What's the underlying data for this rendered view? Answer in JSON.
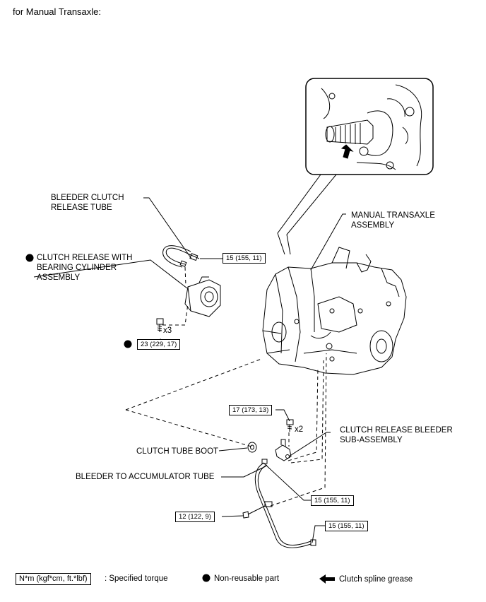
{
  "heading": "for Manual Transaxle:",
  "labels": {
    "bleeder_clutch_release_tube": [
      "BLEEDER CLUTCH",
      "RELEASE TUBE"
    ],
    "clutch_release_cylinder": [
      "CLUTCH RELEASE WITH",
      "BEARING CYLINDER",
      "ASSEMBLY"
    ],
    "manual_transaxle": [
      "MANUAL TRANSAXLE",
      "ASSEMBLY"
    ],
    "clutch_release_bleeder": [
      "CLUTCH RELEASE BLEEDER",
      "SUB-ASSEMBLY"
    ],
    "clutch_tube_boot": "CLUTCH TUBE BOOT",
    "bleeder_to_accumulator_tube": "BLEEDER TO ACCUMULATOR TUBE"
  },
  "torques": {
    "tube_nut_upper": "15 (155, 11)",
    "cylinder_bolt": "23 (229, 17)",
    "bleeder_bolt": "17 (173, 13)",
    "tube_nut_mid": "15 (155, 11)",
    "clamp_bolt": "12 (122, 9)",
    "tube_nut_lower": "15 (155, 11)"
  },
  "quantities": {
    "cylinder_bolt_qty": "x3",
    "bleeder_bolt_qty": "x2"
  },
  "legend": {
    "torque_box": "N*m (kgf*cm, ft.*lbf)",
    "torque_text": ": Specified torque",
    "nonreusable_text": "Non-reusable part",
    "grease_text": "Clutch spline grease"
  }
}
